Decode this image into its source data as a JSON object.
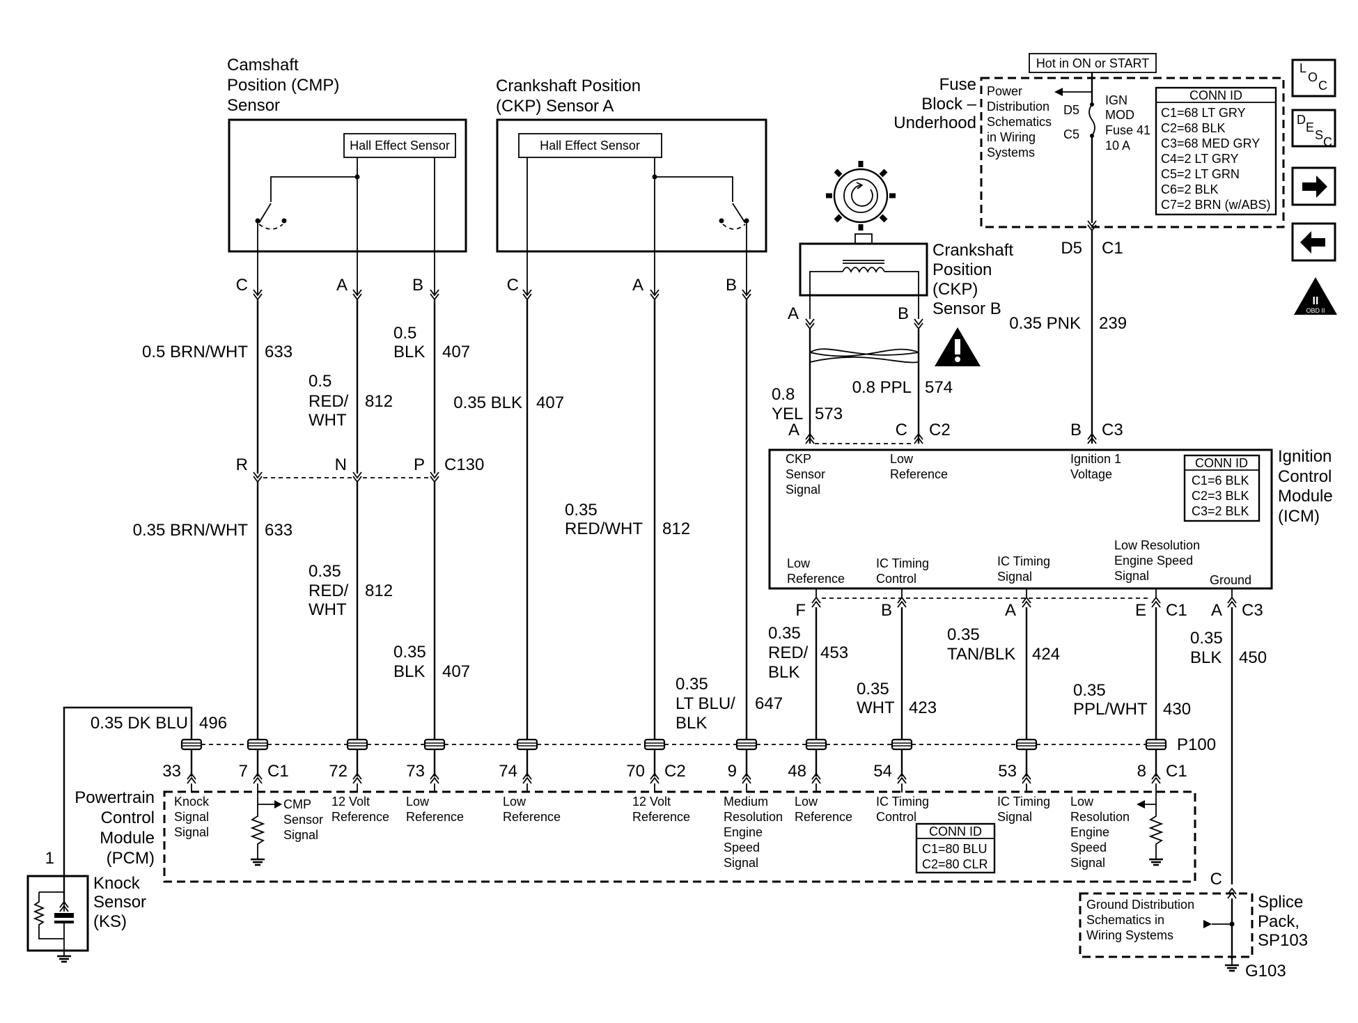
{
  "components": {
    "cmp_sensor": {
      "name": [
        "Camshaft",
        "Position (CMP)",
        "Sensor"
      ],
      "inner": "Hall Effect Sensor"
    },
    "ckp_sensor_a": {
      "name": [
        "Crankshaft Position",
        "(CKP) Sensor A"
      ],
      "inner": "Hall Effect Sensor"
    },
    "ckp_sensor_b": {
      "name": [
        "Crankshaft",
        "Position",
        "(CKP)",
        "Sensor B"
      ]
    },
    "fuse_block": {
      "name": [
        "Fuse",
        "Block –",
        "Underhood"
      ],
      "hot_label": "Hot in ON or START",
      "power_text": [
        "Power",
        "Distribution",
        "Schematics",
        "in Wiring",
        "Systems"
      ],
      "fuse_text": [
        "IGN",
        "MOD",
        "Fuse 41",
        "10 A"
      ],
      "pin_top": "D5",
      "pin_bottom": "C5",
      "conn_title": "CONN ID",
      "conn": [
        "C1=68 LT GRY",
        "C2=68 BLK",
        "C3=68 MED GRY",
        "C4=2 LT GRY",
        "C5=2 LT GRN",
        "C6=2 BLK",
        "C7=2 BRN (w/ABS)"
      ]
    },
    "icm": {
      "name": [
        "Ignition",
        "Control",
        "Module",
        "(ICM)"
      ],
      "top_labels": [
        [
          "CKP",
          "Sensor",
          "Signal"
        ],
        [
          "Low",
          "Reference"
        ],
        [
          "Ignition 1",
          "Voltage"
        ]
      ],
      "bottom_labels": [
        [
          "Low",
          "Reference"
        ],
        [
          "IC Timing",
          "Control"
        ],
        [
          "IC Timing",
          "Signal"
        ],
        [
          "Low Resolution",
          "Engine Speed",
          "Signal"
        ],
        [
          "Ground"
        ]
      ],
      "conn_title": "CONN ID",
      "conn": [
        "C1=6 BLK",
        "C2=3 BLK",
        "C3=2 BLK"
      ]
    },
    "pcm": {
      "name": [
        "Powertrain",
        "Control",
        "Module",
        "(PCM)"
      ],
      "labels": [
        [
          "Knock",
          "Signal",
          "Signal"
        ],
        [
          "CMP",
          "Sensor",
          "Signal"
        ],
        [
          "12 Volt",
          "Reference"
        ],
        [
          "Low",
          "Reference"
        ],
        [
          "Low",
          "Reference"
        ],
        [
          "12 Volt",
          "Reference"
        ],
        [
          "Medium",
          "Resolution",
          "Engine",
          "Speed",
          "Signal"
        ],
        [
          "Low",
          "Reference"
        ],
        [
          "IC Timing",
          "Control"
        ],
        [
          "IC Timing",
          "Signal"
        ],
        [
          "Low",
          "Resolution",
          "Engine",
          "Speed",
          "Signal"
        ]
      ],
      "conn_title": "CONN ID",
      "conn": [
        "C1=80 BLU",
        "C2=80 CLR"
      ]
    },
    "knock_sensor": {
      "name": [
        "Knock",
        "Sensor",
        "(KS)"
      ],
      "pin": "1"
    },
    "splice_pack": {
      "name": [
        "Splice",
        "Pack,",
        "SP103"
      ],
      "pin": "C",
      "ground_text": [
        "Ground Distribution",
        "Schematics in",
        "Wiring Systems"
      ],
      "ground": "G103"
    }
  },
  "pins": {
    "cmp": [
      "C",
      "A",
      "B"
    ],
    "ckpa": [
      "C",
      "A",
      "B"
    ],
    "ckpb": [
      "A",
      "B"
    ],
    "fuse_out": [
      "D5",
      "C1"
    ],
    "c130": [
      "R",
      "N",
      "P",
      "C130"
    ],
    "icm_in": [
      "A",
      "C",
      "C2",
      "B",
      "C3"
    ],
    "icm_out": [
      "F",
      "B",
      "A",
      "E",
      "C1",
      "A",
      "C3"
    ],
    "p100": "P100",
    "pcm": [
      "33",
      "7",
      "C1",
      "72",
      "73",
      "74",
      "70",
      "C2",
      "9",
      "48",
      "54",
      "53",
      "8",
      "C1"
    ]
  },
  "wires": {
    "w633a": [
      "0.5 BRN/WHT",
      "633"
    ],
    "w812a": [
      "0.5",
      "RED/",
      "WHT",
      "812"
    ],
    "w407a": [
      "0.5",
      "BLK",
      "407"
    ],
    "w407b": [
      "0.35 BLK",
      "407"
    ],
    "w633b": [
      "0.35 BRN/WHT",
      "633"
    ],
    "w812b": [
      "0.35",
      "RED/",
      "WHT",
      "812"
    ],
    "w407c": [
      "0.35",
      "BLK",
      "407"
    ],
    "w812c": [
      "0.35",
      "RED/WHT",
      "812"
    ],
    "w647": [
      "0.35",
      "LT BLU/",
      "BLK",
      "647"
    ],
    "w573": [
      "0.8",
      "YEL",
      "573"
    ],
    "w574": [
      "0.8 PPL",
      "574"
    ],
    "w239": [
      "0.35 PNK",
      "239"
    ],
    "w453": [
      "0.35",
      "RED/",
      "BLK",
      "453"
    ],
    "w423": [
      "0.35",
      "WHT",
      "423"
    ],
    "w424": [
      "0.35",
      "TAN/BLK",
      "424"
    ],
    "w430": [
      "0.35",
      "PPL/WHT",
      "430"
    ],
    "w450": [
      "0.35",
      "BLK",
      "450"
    ],
    "w496": [
      "0.35 DK BLU",
      "496"
    ]
  },
  "nav": {
    "loc": [
      "L",
      "O",
      "C"
    ],
    "desc": [
      "D",
      "E",
      "S",
      "C"
    ],
    "obd": [
      "II",
      "OBD II"
    ]
  }
}
